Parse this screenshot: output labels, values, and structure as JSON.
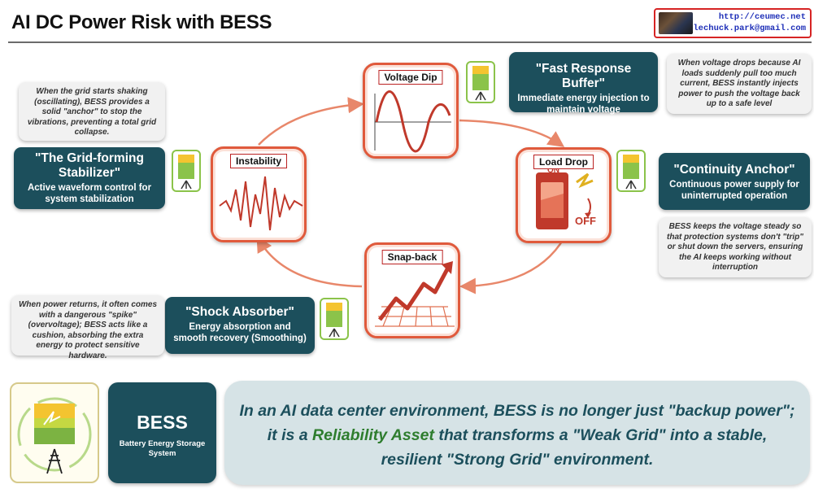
{
  "header": {
    "title": "AI DC Power Risk with BESS",
    "contact_url": "http://ceumec.net",
    "contact_email": "lechuck.park@gmail.com"
  },
  "phases": {
    "voltage_dip": "Voltage Dip",
    "load_drop": "Load Drop",
    "snap_back": "Snap-back",
    "instability": "Instability",
    "switch_on": "ON",
    "switch_off": "OFF"
  },
  "cards": {
    "fast_response": {
      "title": "\"Fast Response Buffer\"",
      "sub": "Immediate energy injection to maintain voltage"
    },
    "continuity": {
      "title": "\"Continuity Anchor\"",
      "sub": "Continuous power supply for uninterrupted operation"
    },
    "shock": {
      "title": "\"Shock Absorber\"",
      "sub": "Energy absorption and smooth recovery (Smoothing)"
    },
    "grid_forming": {
      "title": "\"The Grid-forming Stabilizer\"",
      "sub": "Active waveform control for system stabilization"
    }
  },
  "notes": {
    "voltage_drop": "When voltage drops because AI loads suddenly pull too much current, BESS instantly injects power to push the voltage back up to a safe level",
    "steady": "BESS keeps the voltage steady so that protection systems don't \"trip\" or shut down the servers, ensuring the AI keeps working without interruption",
    "power_returns": "When power returns, it often comes with a dangerous \"spike\" (overvoltage); BESS acts like a cushion, absorbing the extra energy to protect sensitive hardware.",
    "grid_shaking": "When the grid starts shaking (oscillating), BESS provides a solid \"anchor\" to stop the vibrations, preventing a total grid collapse."
  },
  "bess": {
    "title": "BESS",
    "subtitle": "Battery Energy Storage System"
  },
  "summary": {
    "part1": "In an AI data center environment, BESS is no longer just \"backup power\"; it is a ",
    "highlight": "Reliability Asset",
    "part2": " that transforms a \"Weak Grid\" into a stable, resilient \"Strong Grid\" environment."
  },
  "colors": {
    "teal": "#1c4f5c",
    "phase_border": "#e05a3c",
    "arrow": "#e8876a",
    "highlight_green": "#2e7d2e"
  }
}
